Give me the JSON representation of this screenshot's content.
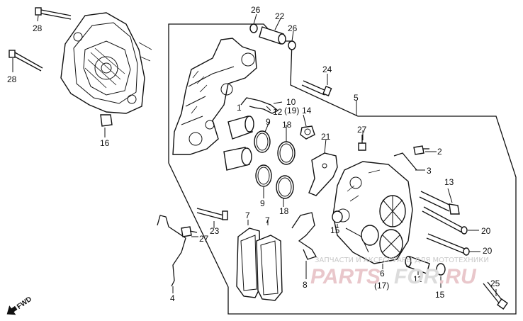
{
  "diagram": {
    "callouts": {
      "c28a": "28",
      "c28b": "28",
      "c16": "16",
      "c26a": "26",
      "c22": "22",
      "c26b": "26",
      "c24": "24",
      "c5": "5",
      "c10": "10",
      "c19": "(19)",
      "c12": "12",
      "c1": "1",
      "c14": "14",
      "c9a": "9",
      "c18a": "18",
      "c21": "21",
      "c27a": "27",
      "c2": "2",
      "c3": "3",
      "c13": "13",
      "c9b": "9",
      "c18b": "18",
      "c7a": "7",
      "c7b": "7",
      "c23": "23",
      "c27b": "27",
      "c15a": "15",
      "c20a": "20",
      "c20b": "20",
      "c4": "4",
      "c8": "8",
      "c6": "6",
      "c17": "(17)",
      "c11": "11",
      "c15b": "15",
      "c25": "25"
    },
    "fwd_label": "FWD"
  },
  "watermark": {
    "caption": "ЗАПЧАСТИ И АКСЕССУАРЫ ДЛЯ МОТОТЕХНИКИ",
    "brand_part1": "PARTS",
    "brand_part2": "FOR",
    "brand_part3": ".RU"
  }
}
